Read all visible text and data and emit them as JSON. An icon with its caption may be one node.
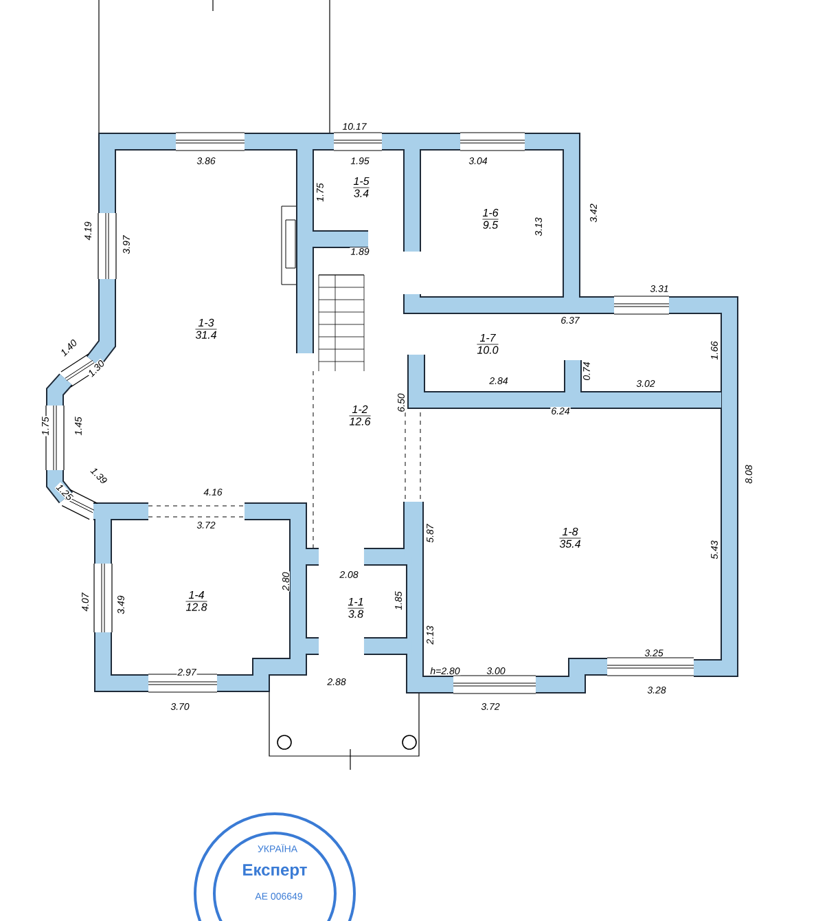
{
  "diagram": {
    "nodes": [
      {
        "text": [
          "1-5",
          "3.4"
        ]
      },
      {
        "text": [
          "1-6",
          "9.5"
        ]
      },
      {
        "text": [
          "1-3",
          "31.4"
        ]
      },
      {
        "text": [
          "1-7",
          "10.0"
        ]
      },
      {
        "text": [
          "1-2",
          "12.6"
        ]
      },
      {
        "text": [
          "1-8",
          "35.4"
        ]
      },
      {
        "text": [
          "1-4",
          "12.8"
        ]
      },
      {
        "text": [
          "1-1",
          "3.8"
        ]
      }
    ],
    "labels": [
      "10.17",
      "3.86",
      "1.95",
      "3.04",
      "1.75",
      "3.13",
      "3.42",
      "4.19",
      "3.97",
      "1.89",
      "3.31",
      "6.37",
      "1.66",
      "2.84",
      "0.74",
      "3.02",
      "1.40",
      "1.30",
      "6.50",
      "6.24",
      "8.08",
      "1.75",
      "1.45",
      "1.39",
      "1.25",
      "4.16",
      "3.72",
      "5.87",
      "5.43",
      "2.08",
      "4.07",
      "3.49",
      "2.80",
      "1.85",
      "2.13",
      "3.25",
      "2.97",
      "h=2.80",
      "3.00",
      "2.88",
      "3.28",
      "3.70",
      "3.72",
      "УКРАЇНА",
      "Експерт",
      "АЕ 006649"
    ]
  }
}
